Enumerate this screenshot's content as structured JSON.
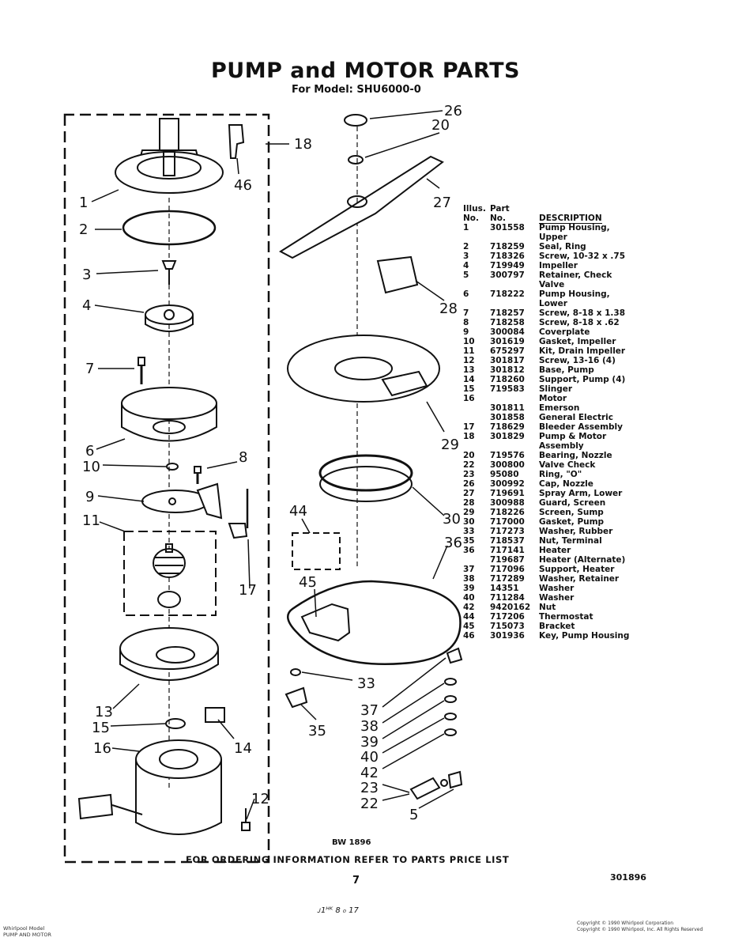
{
  "header": {
    "title": "PUMP and MOTOR PARTS",
    "subtitle": "For Model: SHU6000-0"
  },
  "table": {
    "headers": {
      "illus_line1": "Illus.",
      "illus_line2": "No.",
      "part_line1": "Part",
      "part_line2": "No.",
      "description": "DESCRIPTION"
    },
    "rows": [
      {
        "no": "1",
        "part": "301558",
        "desc": "Pump Housing,"
      },
      {
        "no": "",
        "part": "",
        "desc": "Upper"
      },
      {
        "no": "2",
        "part": "718259",
        "desc": "Seal, Ring"
      },
      {
        "no": "3",
        "part": "718326",
        "desc": "Screw, 10-32 x .75"
      },
      {
        "no": "4",
        "part": "719949",
        "desc": "Impeller"
      },
      {
        "no": "5",
        "part": "300797",
        "desc": "Retainer, Check"
      },
      {
        "no": "",
        "part": "",
        "desc": "Valve"
      },
      {
        "no": "6",
        "part": "718222",
        "desc": "Pump Housing,"
      },
      {
        "no": "",
        "part": "",
        "desc": "Lower"
      },
      {
        "no": "7",
        "part": "718257",
        "desc": "Screw, 8-18 x 1.38"
      },
      {
        "no": "8",
        "part": "718258",
        "desc": "Screw, 8-18 x .62"
      },
      {
        "no": "9",
        "part": "300084",
        "desc": "Coverplate"
      },
      {
        "no": "10",
        "part": "301619",
        "desc": "Gasket, Impeller"
      },
      {
        "no": "11",
        "part": "675297",
        "desc": "Kit, Drain Impeller"
      },
      {
        "no": "12",
        "part": "301817",
        "desc": "Screw, 13-16 (4)"
      },
      {
        "no": "13",
        "part": "301812",
        "desc": "Base, Pump"
      },
      {
        "no": "14",
        "part": "718260",
        "desc": "Support, Pump (4)"
      },
      {
        "no": "15",
        "part": "719583",
        "desc": "Slinger"
      },
      {
        "no": "16",
        "part": "",
        "desc": "Motor"
      },
      {
        "no": "",
        "part": "301811",
        "desc": "Emerson"
      },
      {
        "no": "",
        "part": "301858",
        "desc": "General Electric"
      },
      {
        "no": "17",
        "part": "718629",
        "desc": "Bleeder Assembly"
      },
      {
        "no": "18",
        "part": "301829",
        "desc": "Pump & Motor"
      },
      {
        "no": "",
        "part": "",
        "desc": "Assembly"
      },
      {
        "no": "20",
        "part": "719576",
        "desc": "Bearing, Nozzle"
      },
      {
        "no": "22",
        "part": "300800",
        "desc": "Valve Check"
      },
      {
        "no": "23",
        "part": "95080",
        "desc": "Ring, \"O\""
      },
      {
        "no": "26",
        "part": "300992",
        "desc": "Cap, Nozzle"
      },
      {
        "no": "27",
        "part": "719691",
        "desc": "Spray Arm, Lower"
      },
      {
        "no": "28",
        "part": "300988",
        "desc": "Guard, Screen"
      },
      {
        "no": "29",
        "part": "718226",
        "desc": "Screen, Sump"
      },
      {
        "no": "30",
        "part": "717000",
        "desc": "Gasket, Pump"
      },
      {
        "no": "33",
        "part": "717273",
        "desc": "Washer, Rubber"
      },
      {
        "no": "35",
        "part": "718537",
        "desc": "Nut, Terminal"
      },
      {
        "no": "36",
        "part": "717141",
        "desc": "Heater"
      },
      {
        "no": "",
        "part": "719687",
        "desc": "Heater (Alternate)"
      },
      {
        "no": "37",
        "part": "717096",
        "desc": "Support, Heater"
      },
      {
        "no": "38",
        "part": "717289",
        "desc": "Washer, Retainer"
      },
      {
        "no": "39",
        "part": "14351",
        "desc": "Washer"
      },
      {
        "no": "40",
        "part": "711284",
        "desc": "Washer"
      },
      {
        "no": "42",
        "part": "9420162",
        "desc": "Nut"
      },
      {
        "no": "44",
        "part": "717206",
        "desc": "Thermostat"
      },
      {
        "no": "45",
        "part": "715073",
        "desc": "Bracket"
      },
      {
        "no": "46",
        "part": "301936",
        "desc": "Key, Pump Housing"
      }
    ]
  },
  "callouts": [
    "1",
    "2",
    "3",
    "4",
    "7",
    "6",
    "10",
    "8",
    "9",
    "11",
    "13",
    "15",
    "16",
    "14",
    "12",
    "18",
    "46",
    "17",
    "26",
    "20",
    "27",
    "28",
    "29",
    "30",
    "36",
    "44",
    "45",
    "33",
    "35",
    "37",
    "38",
    "39",
    "40",
    "42",
    "23",
    "22",
    "5"
  ],
  "footer": {
    "drawing_no": "BW 1896",
    "ordering_note": "FOR ORDERING INFORMATION REFER TO PARTS PRICE LIST",
    "page_number": "7",
    "doc_number": "301896",
    "handwritten": "ᴊ1ᴴᴷ 8 ₀ 17",
    "corner_left_line1": "Whirlpool Model",
    "corner_left_line2": "PUMP AND MOTOR",
    "corner_right_line1": "Copyright © 1990 Whirlpool Corporation",
    "corner_right_line2": "Copyright © 1990 Whirlpool, Inc. All Rights Reserved"
  }
}
